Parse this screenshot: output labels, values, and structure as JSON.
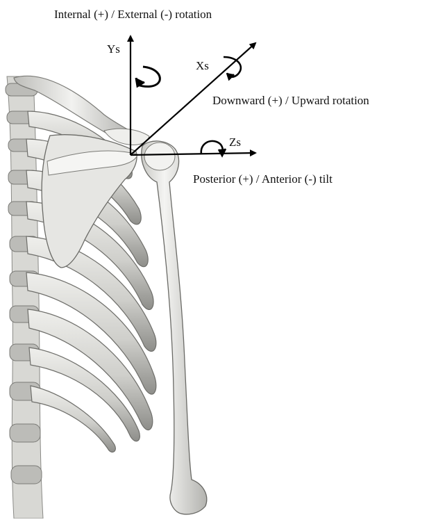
{
  "labels": {
    "yaxis_rotation": "Internal (+) / External (-) rotation",
    "xaxis_rotation": "Downward (+) / Upward rotation",
    "zaxis_rotation": "Posterior (+) / Anterior (-) tilt"
  },
  "axes": {
    "y": "Ys",
    "x": "Xs",
    "z": "Zs"
  },
  "colors": {
    "bone_light": "#f0f0ee",
    "bone_mid": "#d4d4d0",
    "bone_shadow": "#9a9a96",
    "bone_dark": "#5a5a58",
    "axis": "#000000"
  }
}
